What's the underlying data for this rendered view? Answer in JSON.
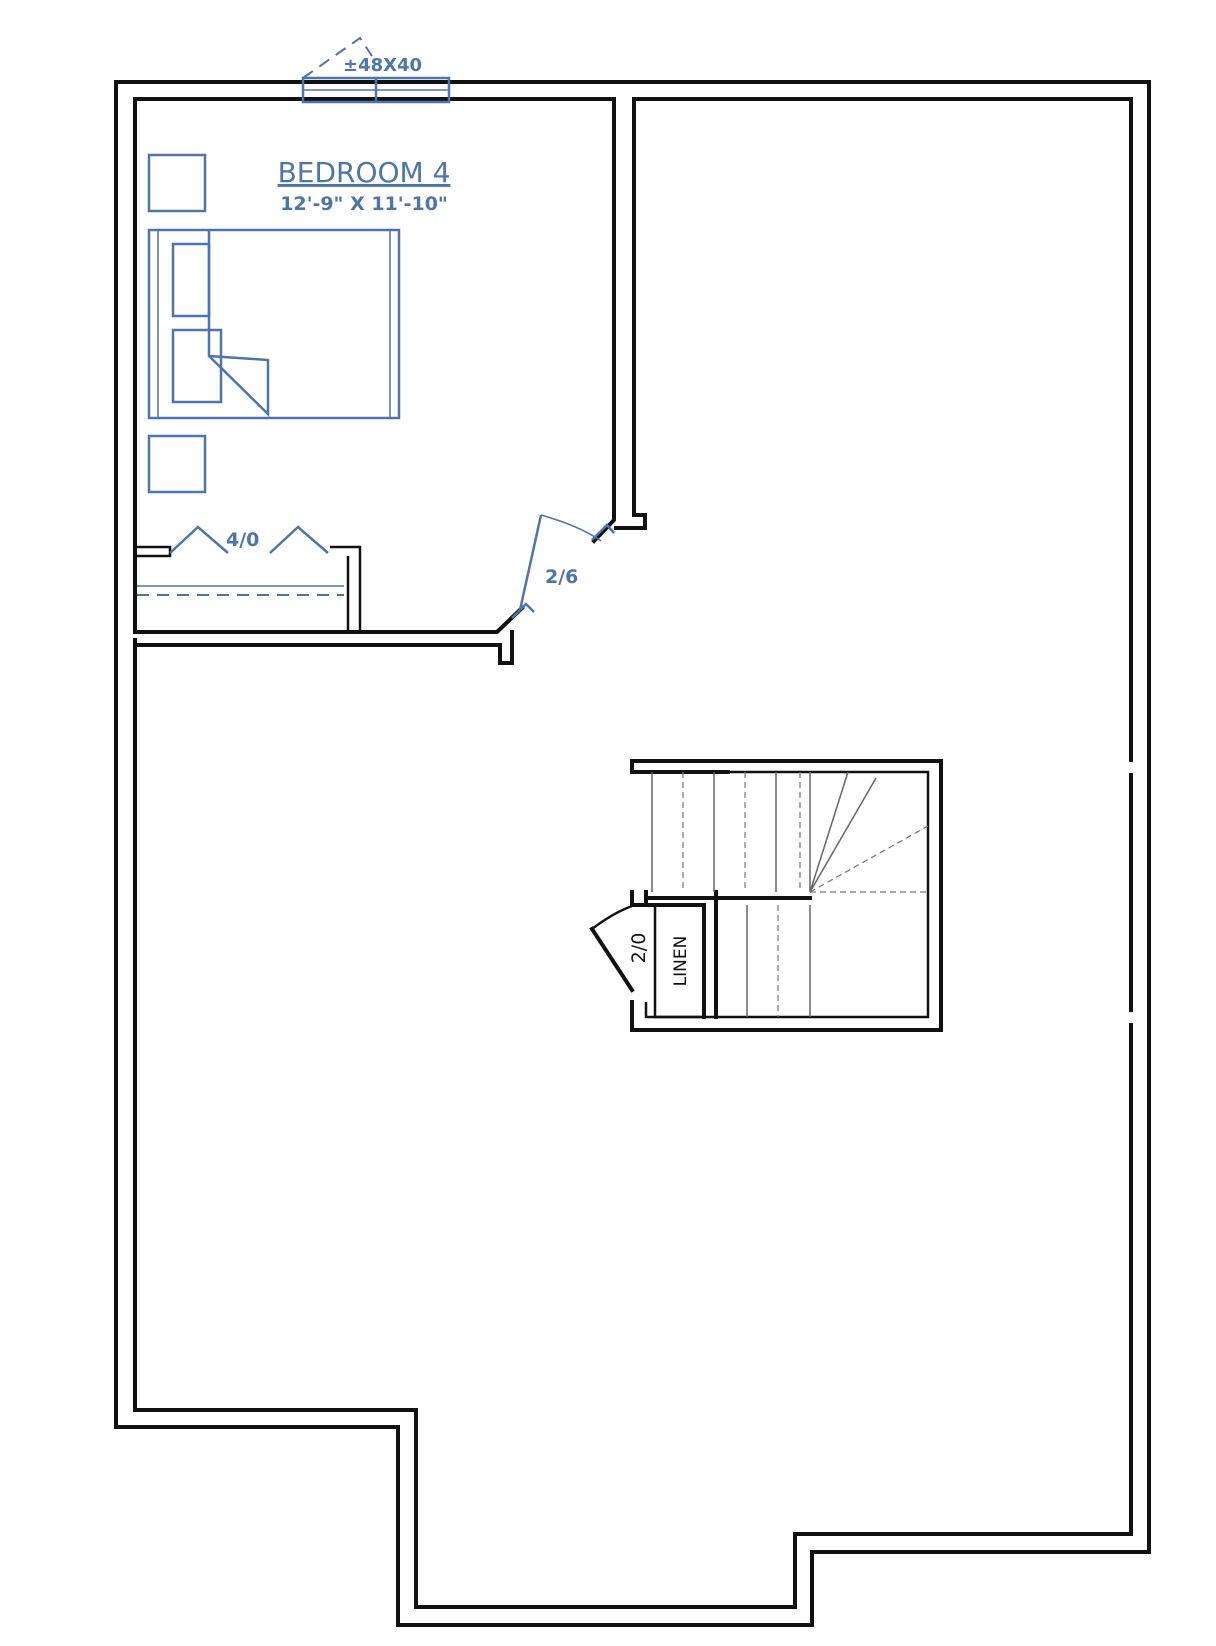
{
  "rooms": {
    "bedroom": {
      "name": "BEDROOM 4",
      "dimensions": "12'-9\" X 11'-10\""
    }
  },
  "window": {
    "label": "±48X40"
  },
  "doors": {
    "closet_bifold": "4/0",
    "bedroom_door": "2/6",
    "linen_door": "2/0"
  },
  "labels": {
    "linen": "LINEN"
  },
  "colors": {
    "wall": "#111111",
    "furnishing": "#4f74aa",
    "stair": "#666666"
  }
}
